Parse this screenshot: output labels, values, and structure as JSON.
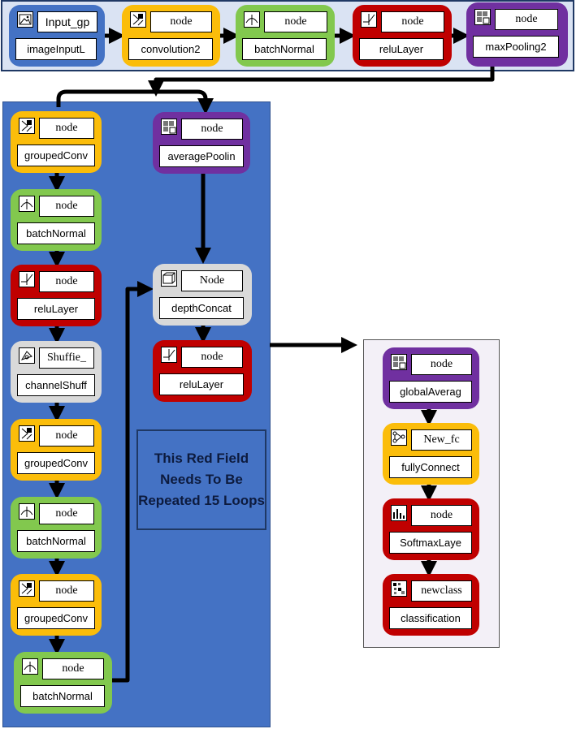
{
  "colors": {
    "top_panel_bg": "#dae3f3",
    "top_panel_border": "#1f3864",
    "repeat_panel_bg": "#4472c4",
    "output_panel_bg": "#f3f0f7",
    "yellow": "#fbbd0a",
    "green": "#82c84e",
    "red": "#c00000",
    "purple": "#7030a0",
    "gray": "#d9d9d9",
    "blue": "#4472c4"
  },
  "nodes": {
    "input": {
      "top": "Input_gp",
      "bottom": "imageInputL",
      "color": "blue",
      "icon": "image-icon"
    },
    "conv1": {
      "top": "node",
      "bottom": "convolution2",
      "color": "yellow",
      "icon": "convolution-icon"
    },
    "bn1": {
      "top": "node",
      "bottom": "batchNormal",
      "color": "green",
      "icon": "batchnorm-icon"
    },
    "relu1": {
      "top": "node",
      "bottom": "reluLayer",
      "color": "red",
      "icon": "relu-icon"
    },
    "maxpool": {
      "top": "node",
      "bottom": "maxPooling2",
      "color": "purple",
      "icon": "pooling-icon"
    },
    "gconv1": {
      "top": "node",
      "bottom": "groupedConv",
      "color": "yellow",
      "icon": "convolution-icon"
    },
    "bn2": {
      "top": "node",
      "bottom": "batchNormal",
      "color": "green",
      "icon": "batchnorm-icon"
    },
    "relu2": {
      "top": "node",
      "bottom": "reluLayer",
      "color": "red",
      "icon": "relu-icon"
    },
    "shuffle": {
      "top": "Shuffie_",
      "bottom": "channelShuff",
      "color": "gray",
      "icon": "shuffle-icon"
    },
    "gconv2": {
      "top": "node",
      "bottom": "groupedConv",
      "color": "yellow",
      "icon": "convolution-icon"
    },
    "bn3": {
      "top": "node",
      "bottom": "batchNormal",
      "color": "green",
      "icon": "batchnorm-icon"
    },
    "gconv3": {
      "top": "node",
      "bottom": "groupedConv",
      "color": "yellow",
      "icon": "convolution-icon"
    },
    "bn4": {
      "top": "node",
      "bottom": "batchNormal",
      "color": "green",
      "icon": "batchnorm-icon"
    },
    "avgpool": {
      "top": "node",
      "bottom": "averagePoolin",
      "color": "purple",
      "icon": "pooling-icon"
    },
    "concat": {
      "top": "Node",
      "bottom": "depthConcat",
      "color": "gray",
      "icon": "concat-icon"
    },
    "relu3": {
      "top": "node",
      "bottom": "reluLayer",
      "color": "red",
      "icon": "relu-icon"
    },
    "gap": {
      "top": "node",
      "bottom": "globalAverag",
      "color": "purple",
      "icon": "pooling-icon"
    },
    "fc": {
      "top": "New_fc",
      "bottom": "fullyConnect",
      "color": "yellow",
      "icon": "fully-connected-icon"
    },
    "softmax": {
      "top": "node",
      "bottom": "SoftmaxLaye",
      "color": "red",
      "icon": "softmax-icon"
    },
    "classoutput": {
      "top": "newclass",
      "bottom": "classification",
      "color": "red",
      "icon": "classification-icon"
    }
  },
  "note": {
    "text": "This Red Field Needs To Be Repeated 15 Loops"
  }
}
